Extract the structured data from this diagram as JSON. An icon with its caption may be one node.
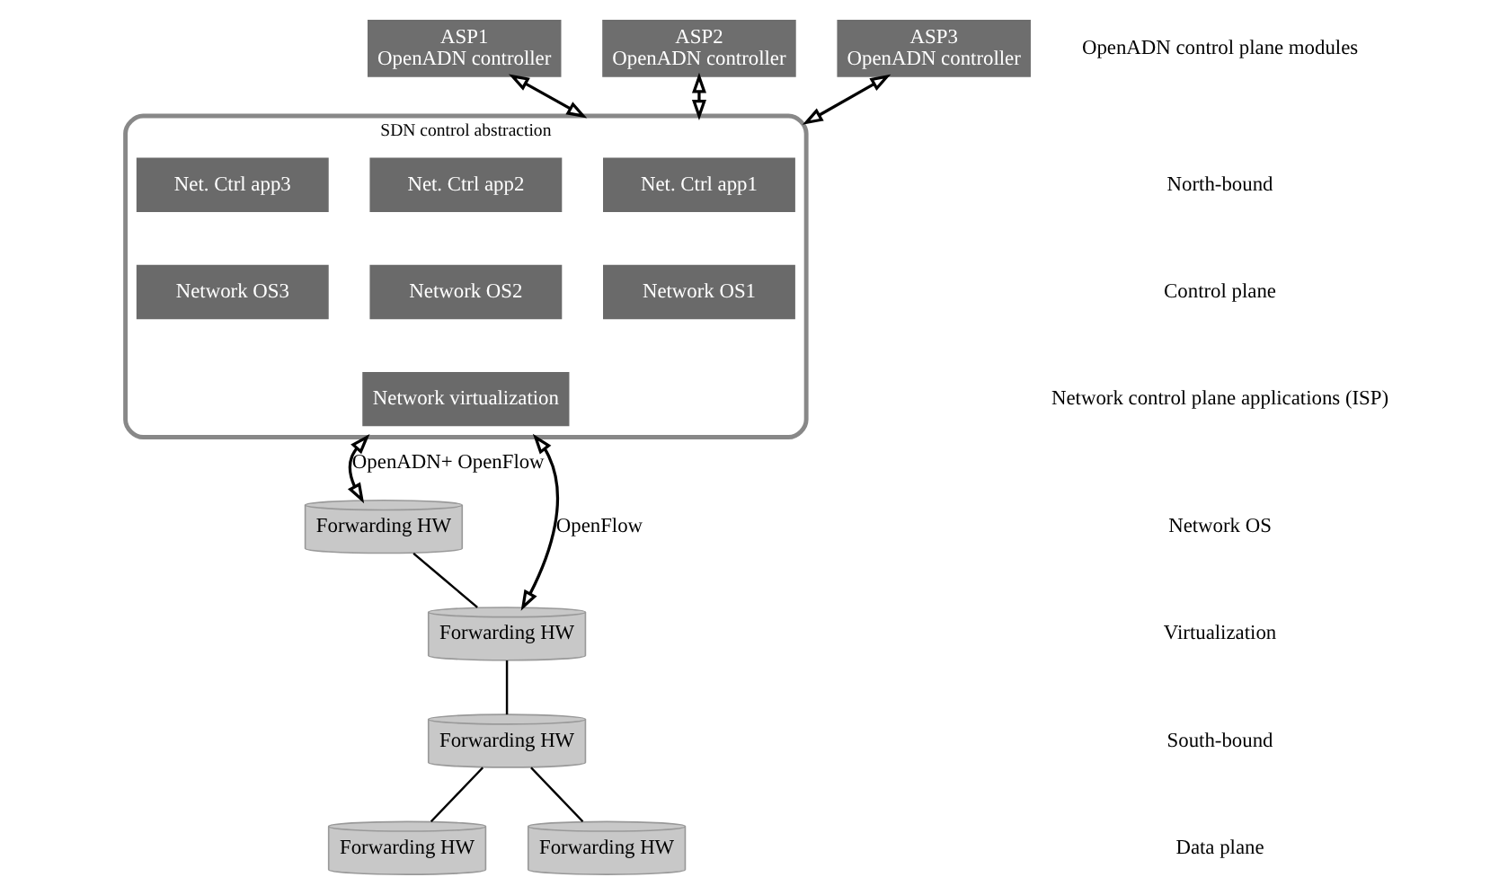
{
  "diagram": {
    "nodes": [
      {
        "text": [
          "ASP1",
          "OpenADN controller"
        ]
      },
      {
        "text": [
          "ASP2",
          "OpenADN controller"
        ]
      },
      {
        "text": [
          "ASP3",
          "OpenADN controller"
        ]
      },
      {
        "text": [
          "SDN control abstraction"
        ]
      },
      {
        "text": [
          "Net. Ctrl app1"
        ],
        "in": 3
      },
      {
        "text": [
          "Net. Ctrl app2"
        ],
        "in": 3
      },
      {
        "text": [
          "Net. Ctrl app3"
        ],
        "in": 3
      },
      {
        "text": [
          "Network OS1"
        ],
        "in": 3
      },
      {
        "text": [
          "Network OS2"
        ],
        "in": 3
      },
      {
        "text": [
          "Network OS3"
        ],
        "in": 3
      },
      {
        "text": [
          "Network virtualization"
        ],
        "in": 3
      },
      {
        "text": [
          "Forwarding HW"
        ]
      },
      {
        "text": [
          "Forwarding HW"
        ]
      },
      {
        "text": [
          "Forwarding HW"
        ]
      },
      {
        "text": [
          "Forwarding HW"
        ]
      },
      {
        "text": [
          "Forwarding HW"
        ]
      }
    ],
    "edges": [
      {
        "from": 0,
        "to": 3,
        "arrow": "both"
      },
      {
        "from": 1,
        "to": 3,
        "arrow": "both"
      },
      {
        "from": 2,
        "to": 3,
        "arrow": "both"
      },
      {
        "from": 3,
        "to": 11,
        "arrow": "both",
        "label": "OpenADN+ OpenFlow"
      },
      {
        "from": 3,
        "to": 12,
        "arrow": "both",
        "label": "OpenFlow"
      },
      {
        "from": 11,
        "to": 12,
        "arrow": "none"
      },
      {
        "from": 12,
        "to": 13,
        "arrow": "none"
      },
      {
        "from": 13,
        "to": 14,
        "arrow": "none"
      },
      {
        "from": 13,
        "to": 15,
        "arrow": "none"
      }
    ],
    "labels": [
      "OpenADN control plane modules",
      "North-bound",
      "Control plane",
      "Network control plane applications (ISP)",
      "Network OS",
      "Virtualization",
      "South-bound",
      "Data plane"
    ]
  }
}
